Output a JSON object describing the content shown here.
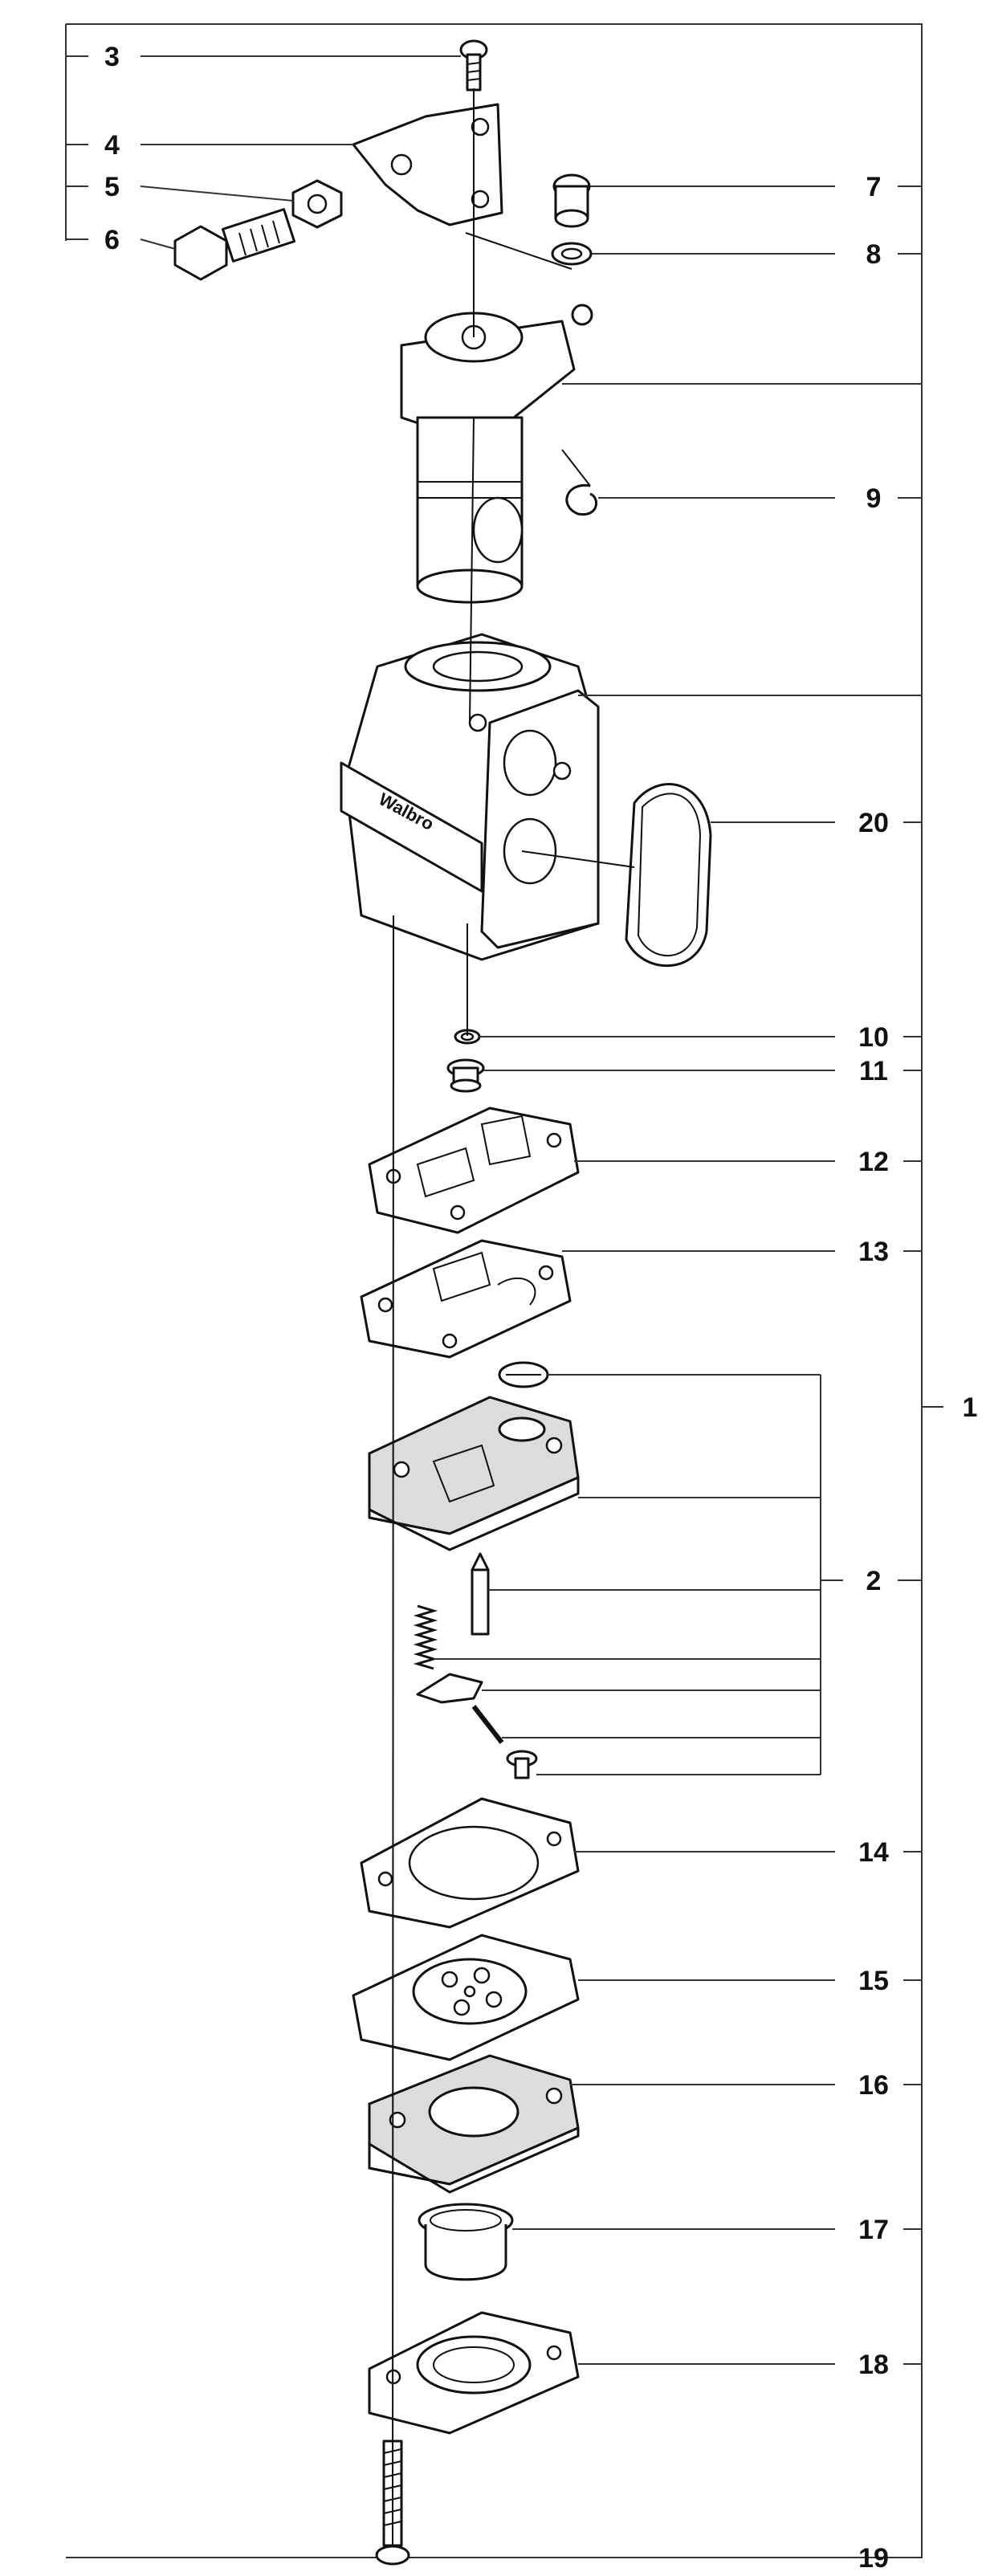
{
  "diagram": {
    "type": "exploded parts diagram",
    "brand_mark": "Walbro",
    "callouts": [
      {
        "id": "1",
        "label": "1"
      },
      {
        "id": "2",
        "label": "2"
      },
      {
        "id": "3",
        "label": "3"
      },
      {
        "id": "4",
        "label": "4"
      },
      {
        "id": "5",
        "label": "5"
      },
      {
        "id": "6",
        "label": "6"
      },
      {
        "id": "7",
        "label": "7"
      },
      {
        "id": "8",
        "label": "8"
      },
      {
        "id": "9",
        "label": "9"
      },
      {
        "id": "10",
        "label": "10"
      },
      {
        "id": "11",
        "label": "11"
      },
      {
        "id": "12",
        "label": "12"
      },
      {
        "id": "13",
        "label": "13"
      },
      {
        "id": "14",
        "label": "14"
      },
      {
        "id": "15",
        "label": "15"
      },
      {
        "id": "16",
        "label": "16"
      },
      {
        "id": "17",
        "label": "17"
      },
      {
        "id": "18",
        "label": "18"
      },
      {
        "id": "19",
        "label": "19"
      },
      {
        "id": "20",
        "label": "20"
      }
    ]
  }
}
